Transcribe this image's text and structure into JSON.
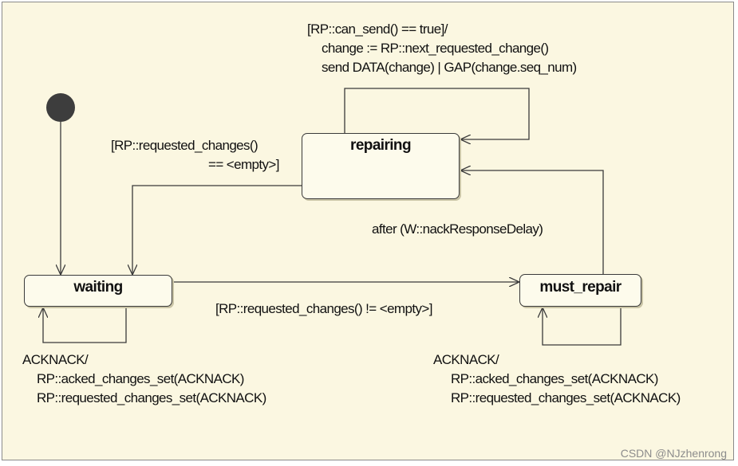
{
  "states": {
    "repairing": "repairing",
    "waiting": "waiting",
    "must_repair": "must_repair"
  },
  "transitions": {
    "repairing_self": {
      "line1": "[RP::can_send() == true]/",
      "line2": "change := RP::next_requested_change()",
      "line3": "send DATA(change) | GAP(change.seq_num)"
    },
    "repairing_to_waiting": {
      "line1": "[RP::requested_changes()",
      "line2": "== <empty>]"
    },
    "must_repair_to_repairing": "after (W::nackResponseDelay)",
    "waiting_to_must_repair": "[RP::requested_changes() != <empty>]",
    "waiting_self": {
      "line1": "ACKNACK/",
      "line2": "RP::acked_changes_set(ACKNACK)",
      "line3": "RP::requested_changes_set(ACKNACK)"
    },
    "must_repair_self": {
      "line1": "ACKNACK/",
      "line2": "RP::acked_changes_set(ACKNACK)",
      "line3": "RP::requested_changes_set(ACKNACK)"
    }
  },
  "watermark": "CSDN @NJzhenrong",
  "colors": {
    "background": "#fbf7e1",
    "state_fill": "#fdfbec",
    "line": "#3a3a3a",
    "initial_node": "#3d3d3d"
  }
}
